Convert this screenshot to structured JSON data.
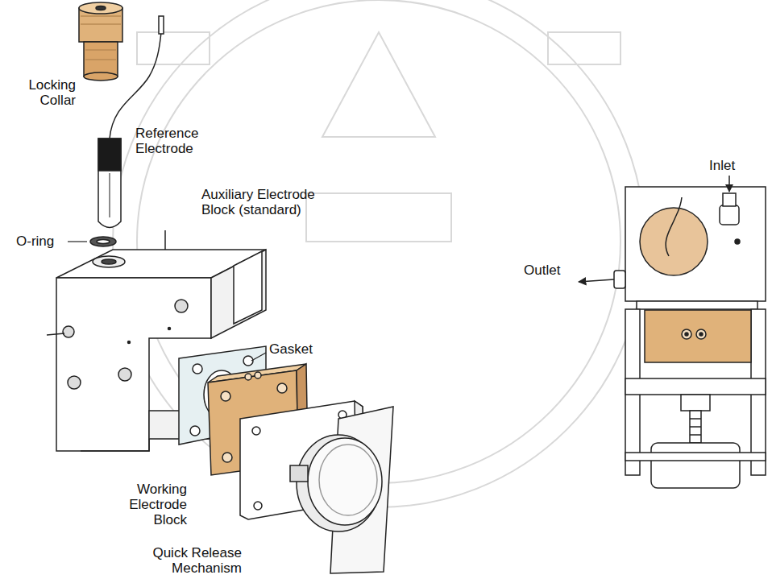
{
  "diagram": {
    "labels": [
      "Locking Collar",
      "Reference Electrode",
      "Auxiliary Electrode Block (standard)",
      "O-ring",
      "Gasket",
      "Working Electrode Block",
      "Quick Release Mechanism",
      "Inlet",
      "Outlet"
    ]
  }
}
